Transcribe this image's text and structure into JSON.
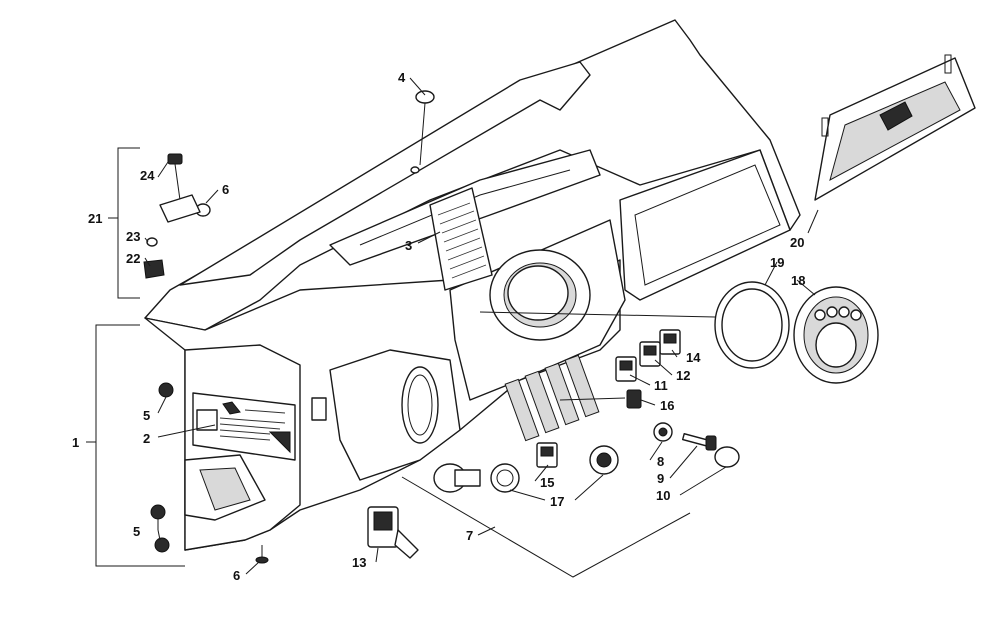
{
  "callouts": [
    {
      "id": "c1",
      "text": "1"
    },
    {
      "id": "c2",
      "text": "2"
    },
    {
      "id": "c3",
      "text": "3"
    },
    {
      "id": "c4",
      "text": "4"
    },
    {
      "id": "c5a",
      "text": "5"
    },
    {
      "id": "c5b",
      "text": "5"
    },
    {
      "id": "c6a",
      "text": "6"
    },
    {
      "id": "c6b",
      "text": "6"
    },
    {
      "id": "c7",
      "text": "7"
    },
    {
      "id": "c8",
      "text": "8"
    },
    {
      "id": "c9",
      "text": "9"
    },
    {
      "id": "c10",
      "text": "10"
    },
    {
      "id": "c11",
      "text": "11"
    },
    {
      "id": "c12",
      "text": "12"
    },
    {
      "id": "c13",
      "text": "13"
    },
    {
      "id": "c14",
      "text": "14"
    },
    {
      "id": "c15",
      "text": "15"
    },
    {
      "id": "c16",
      "text": "16"
    },
    {
      "id": "c17",
      "text": "17"
    },
    {
      "id": "c18",
      "text": "18"
    },
    {
      "id": "c19",
      "text": "19"
    },
    {
      "id": "c20",
      "text": "20"
    },
    {
      "id": "c21",
      "text": "21"
    },
    {
      "id": "c22",
      "text": "22"
    },
    {
      "id": "c23",
      "text": "23"
    },
    {
      "id": "c24",
      "text": "24"
    }
  ]
}
